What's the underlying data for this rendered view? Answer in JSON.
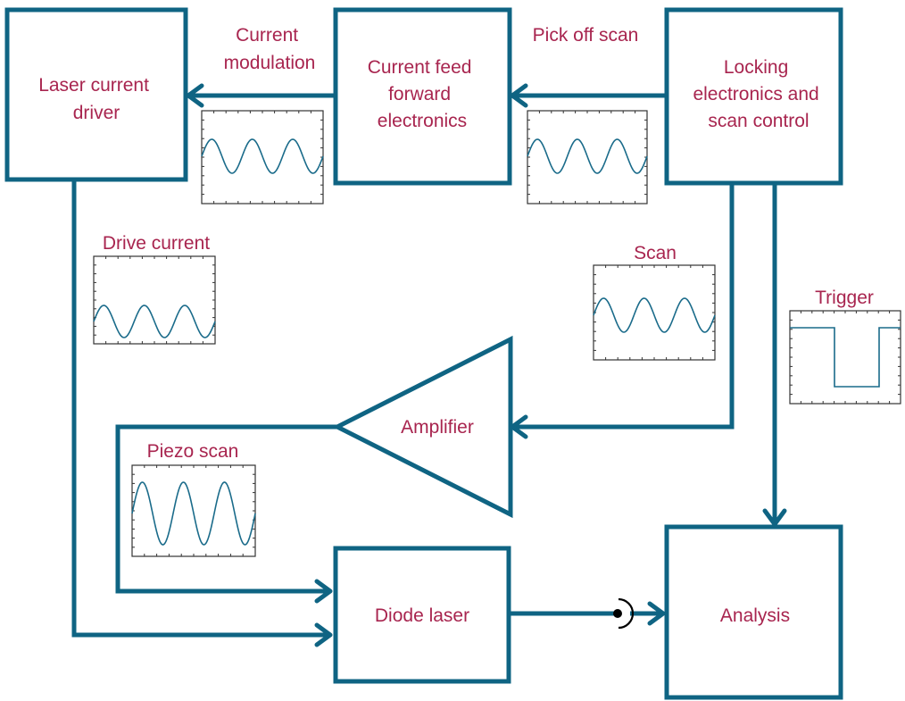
{
  "blocks": {
    "laser_current_driver": [
      "Laser current",
      "driver"
    ],
    "current_feed_forward": [
      "Current feed",
      "forward",
      "electronics"
    ],
    "locking_electronics": [
      "Locking",
      "electronics and",
      "scan control"
    ],
    "amplifier": "Amplifier",
    "diode_laser": "Diode laser",
    "analysis": "Analysis"
  },
  "signals": {
    "current_modulation": [
      "Current",
      "modulation"
    ],
    "pick_off_scan": "Pick off scan",
    "drive_current": "Drive current",
    "scan": "Scan",
    "trigger": "Trigger",
    "piezo_scan": "Piezo scan"
  },
  "colors": {
    "line": "#0f6483",
    "label": "#a8254f",
    "trace": "#1a6b8a"
  }
}
